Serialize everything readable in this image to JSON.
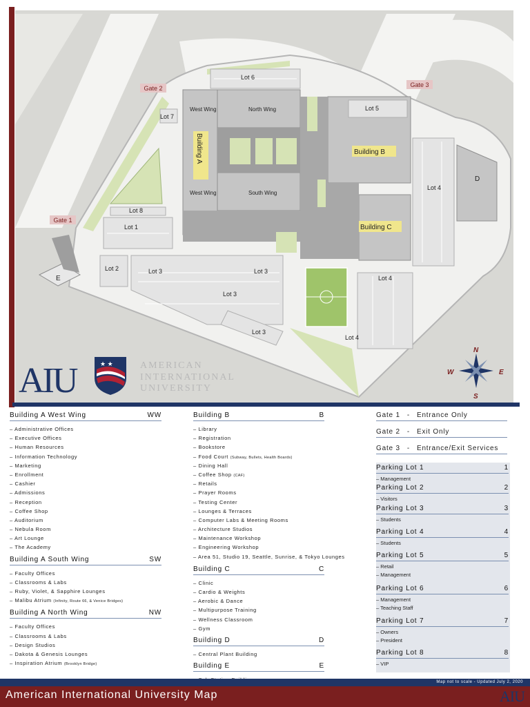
{
  "map": {
    "gates": {
      "gate1": "Gate 1",
      "gate2": "Gate 2",
      "gate3": "Gate 3"
    },
    "lots": {
      "lot1": "Lot 1",
      "lot2": "Lot 2",
      "lot3": "Lot 3",
      "lot4": "Lot 4",
      "lot5": "Lot 5",
      "lot6": "Lot 6",
      "lot7": "Lot 7",
      "lot8": "Lot 8"
    },
    "buildings": {
      "a": "Building A",
      "b": "Building B",
      "c": "Building C",
      "d": "D",
      "e": "E"
    },
    "wings": {
      "west": "West Wing",
      "north": "North Wing",
      "south": "South Wing"
    },
    "compass": {
      "n": "N",
      "e": "E",
      "s": "S",
      "w": "W"
    },
    "logo": {
      "mark": "AIU",
      "line1": "AMERICAN",
      "line2": "INTERNATIONAL",
      "line3": "UNIVERSITY"
    }
  },
  "legend": {
    "west_wing": {
      "title": "Building A West Wing",
      "code": "WW",
      "items": [
        "Administrative Offices",
        "Executive Offices",
        "Human Resources",
        "Information Technology",
        "Marketing",
        "Enrollment",
        "Cashier",
        "Admissions",
        "Reception",
        "Coffee Shop",
        "Auditorium",
        "Nebula Room",
        "Art Lounge",
        "The Academy"
      ]
    },
    "south_wing": {
      "title": "Building A South Wing",
      "code": "SW",
      "items": [
        "Faculty Offices",
        "Classrooms & Labs",
        "Ruby, Violet, & Sapphire Lounges"
      ],
      "extra_item": "Malibu Atrium",
      "extra_note": "(Infinity, Route 66, & Venice Bridges)"
    },
    "north_wing": {
      "title": "Building A North Wing",
      "code": "NW",
      "items": [
        "Faculty Offices",
        "Classrooms & Labs",
        "Design Studios",
        "Dakota & Genesis Lounges"
      ],
      "extra_item": "Inspiration Atrium",
      "extra_note": "(Brooklyn Bridge)"
    },
    "building_b": {
      "title": "Building B",
      "code": "B",
      "items_a": [
        "Library",
        "Registration",
        "Bookstore"
      ],
      "food_court": "Food Court",
      "food_court_note": "(Subway, Bullets, Health Boards)",
      "items_b": [
        "Dining Hall"
      ],
      "coffee": "Coffee Shop",
      "coffee_note": "(CAF)",
      "items_c": [
        "Retails",
        "Prayer Rooms",
        "Testing Center",
        "Lounges & Terraces",
        "Computer Labs & Meeting Rooms",
        "Architecture Studios",
        "Maintenance Workshop",
        "Engineering Workshop",
        "Area 51, Studio 19, Seattle, Sunrise, & Tokyo Lounges"
      ]
    },
    "building_c": {
      "title": "Building C",
      "code": "C",
      "items": [
        "Clinic",
        "Cardio & Weights",
        "Aerobic & Dance",
        "Multipurpose Training",
        "Wellness Classroom",
        "Gym"
      ]
    },
    "building_d": {
      "title": "Building D",
      "code": "D",
      "items": [
        "Central Plant Building"
      ]
    },
    "building_e": {
      "title": "Building E",
      "code": "E",
      "items": [
        "Sub Station Building"
      ]
    }
  },
  "gates": [
    {
      "name": "Gate 1",
      "sep": "-",
      "desc": "Entrance Only"
    },
    {
      "name": "Gate 2",
      "sep": "-",
      "desc": "Exit Only"
    },
    {
      "name": "Gate 3",
      "sep": "-",
      "desc": "Entrance/Exit Services"
    }
  ],
  "parking": [
    {
      "name": "Parking Lot 1",
      "num": "1",
      "items": [
        "Management"
      ]
    },
    {
      "name": "Parking Lot 2",
      "num": "2",
      "items": [
        "Visitors"
      ]
    },
    {
      "name": "Parking Lot 3",
      "num": "3",
      "items": [
        "Students"
      ]
    },
    {
      "name": "Parking Lot 4",
      "num": "4",
      "items": [
        "Students"
      ]
    },
    {
      "name": "Parking Lot 5",
      "num": "5",
      "items": [
        "Retail",
        "Management"
      ]
    },
    {
      "name": "Parking Lot 6",
      "num": "6",
      "items": [
        "Management",
        "Teaching Staff"
      ]
    },
    {
      "name": "Parking Lot 7",
      "num": "7",
      "items": [
        "Owners",
        "President"
      ]
    },
    {
      "name": "Parking Lot 8",
      "num": "8",
      "items": [
        "VIP"
      ]
    }
  ],
  "footer": {
    "title": "American International University Map",
    "note": "Map not to scale - Updated July 2, 2020",
    "logo": "AIU"
  },
  "colors": {
    "maroon": "#7a1f1f",
    "navy": "#1f3566",
    "grass": "#d6e3b5",
    "building": "#bfbfbf",
    "road": "#f4f4f2",
    "land": "#d8d8d4"
  }
}
